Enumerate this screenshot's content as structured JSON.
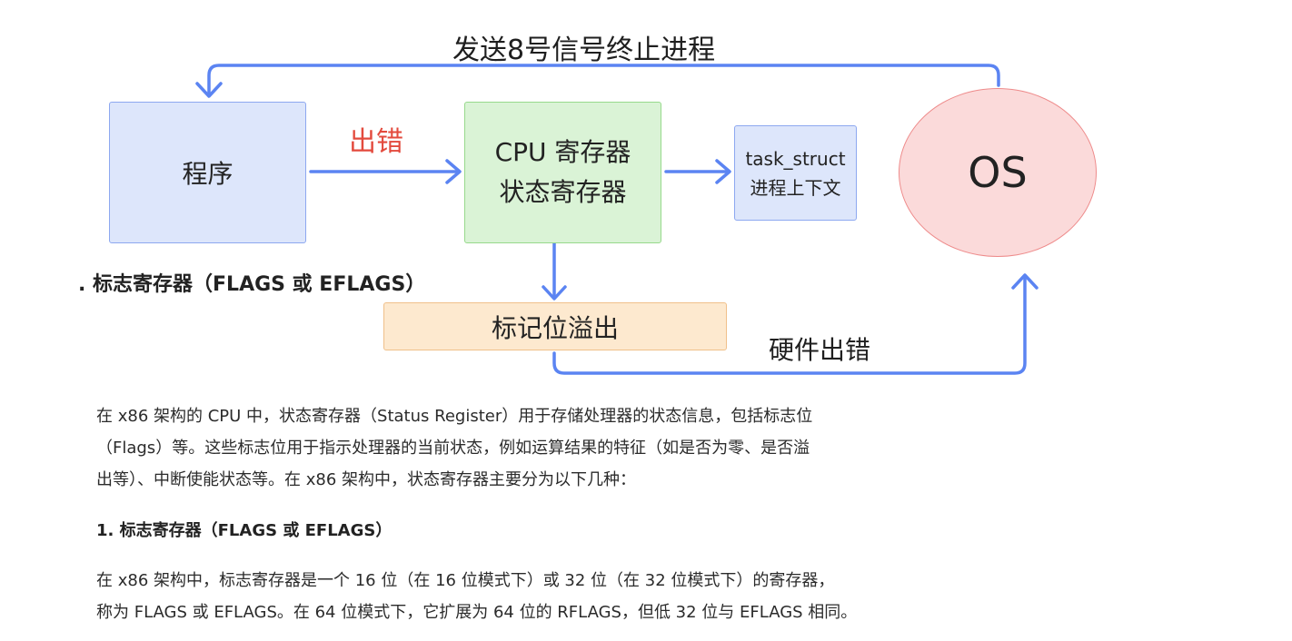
{
  "diagram": {
    "nodes": {
      "program": "程序",
      "cpu_line1": "CPU 寄存器",
      "cpu_line2": "状态寄存器",
      "task_line1": "task_struct",
      "task_line2": "进程上下文",
      "os": "OS",
      "overflow": "标记位溢出"
    },
    "edge_labels": {
      "send_signal": "发送8号信号终止进程",
      "error": "出错",
      "hardware_error": "硬件出错"
    },
    "side_caption": ". 标志寄存器（FLAGS 或 EFLAGS）",
    "colors": {
      "arrow": "#5b84f2",
      "error_label": "#e34a3d",
      "program_fill": "#dde6fb",
      "cpu_fill": "#daf3d6",
      "os_fill": "#fbdada",
      "overflow_fill": "#fde9cf"
    }
  },
  "text": {
    "para1_lines": [
      "在 x86 架构的 CPU 中，状态寄存器（Status Register）用于存储处理器的状态信息，包括标志位",
      "（Flags）等。这些标志位用于指示处理器的当前状态，例如运算结果的特征（如是否为零、是否溢",
      "出等）、中断使能状态等。在 x86 架构中，状态寄存器主要分为以下几种："
    ],
    "heading": "1. 标志寄存器（FLAGS 或 EFLAGS）",
    "para3_lines": [
      "在 x86 架构中，标志寄存器是一个 16 位（在 16 位模式下）或 32 位（在 32 位模式下）的寄存器，",
      "称为 FLAGS 或 EFLAGS。在 64 位模式下，它扩展为 64 位的 RFLAGS，但低 32 位与 EFLAGS 相同。"
    ]
  }
}
